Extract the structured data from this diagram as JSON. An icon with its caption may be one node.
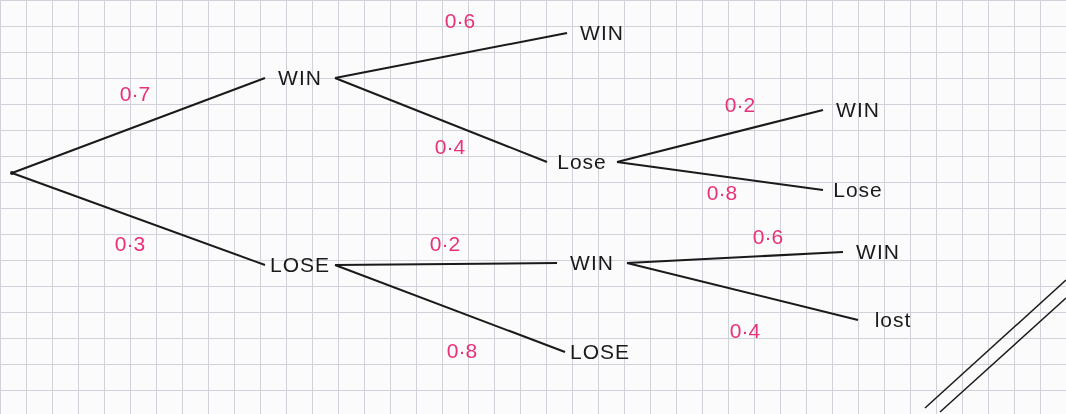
{
  "diagram": {
    "nodes": [
      {
        "text": [],
        "shape": "dot"
      },
      {
        "text": [
          "WIN"
        ]
      },
      {
        "text": [
          "LOSE"
        ]
      },
      {
        "text": [
          "WIN"
        ]
      },
      {
        "text": [
          "Lose"
        ]
      },
      {
        "text": [
          "WIN"
        ]
      },
      {
        "text": [
          "LOSE"
        ]
      },
      {
        "text": [
          "WIN"
        ]
      },
      {
        "text": [
          "Lose"
        ]
      },
      {
        "text": [
          "WIN"
        ]
      },
      {
        "text": [
          "lost"
        ]
      }
    ],
    "edges": [
      {
        "from": 0,
        "to": 1,
        "arrow": "none",
        "label": "0·7"
      },
      {
        "from": 0,
        "to": 2,
        "arrow": "none",
        "label": "0·3"
      },
      {
        "from": 1,
        "to": 3,
        "arrow": "none",
        "label": "0·6"
      },
      {
        "from": 1,
        "to": 4,
        "arrow": "none",
        "label": "0·4"
      },
      {
        "from": 2,
        "to": 5,
        "arrow": "none",
        "label": "0·2"
      },
      {
        "from": 2,
        "to": 6,
        "arrow": "none",
        "label": "0·8"
      },
      {
        "from": 4,
        "to": 7,
        "arrow": "none",
        "label": "0·2"
      },
      {
        "from": 4,
        "to": 8,
        "arrow": "none",
        "label": "0·8"
      },
      {
        "from": 5,
        "to": 9,
        "arrow": "none",
        "label": "0·6"
      },
      {
        "from": 5,
        "to": 10,
        "arrow": "none",
        "label": "0·4"
      }
    ]
  }
}
